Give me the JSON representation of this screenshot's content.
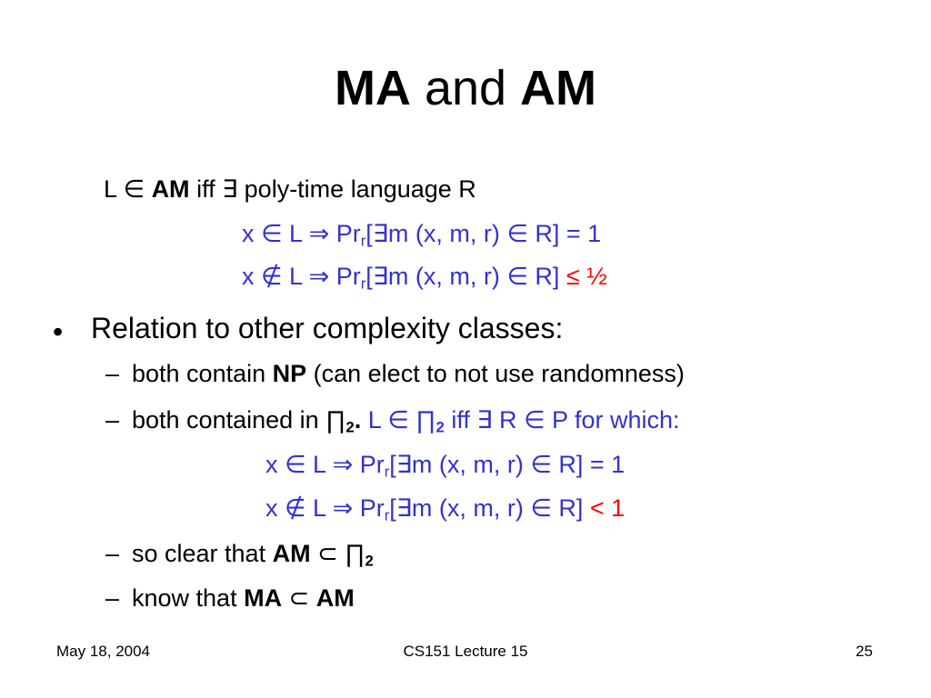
{
  "slide": {
    "title": {
      "part1": "MA",
      "part2": " and ",
      "part3": "AM"
    },
    "def": {
      "lead": {
        "a": "L ",
        "sym": "∈",
        "sp": " ",
        "am": "AM",
        "b": " iff ",
        "exists": "∃",
        "c": " poly-time language R"
      },
      "cond1": {
        "a": "x ",
        "in": "∈",
        "b": " L ",
        "imp": "⇒",
        "c": " Pr",
        "sub": "r",
        "d": "[",
        "exists": "∃",
        "e": "m (x, m, r) ",
        "in2": "∈",
        "f": " R] = 1"
      },
      "cond2": {
        "a": "x ",
        "notin": "∉",
        "b": " L ",
        "imp": "⇒",
        "c": " Pr",
        "sub": "r",
        "d": "[",
        "exists": "∃",
        "e": "m (x, m, r) ",
        "in2": "∈",
        "f": " R] ",
        "red": "≤ ½"
      }
    },
    "bullet": {
      "mark": "•",
      "text": "Relation to other complexity classes:"
    },
    "sub_items": {
      "dash": "–",
      "item1": {
        "a": "both contain ",
        "np": "NP",
        "b": " (can elect to not use randomness)"
      },
      "item2": {
        "a": "both contained in ",
        "pi": "∏",
        "two": "2",
        "dot": ". ",
        "blue_a": "L ",
        "in": "∈",
        "sp": " ",
        "pi2": "∏",
        "two2": "2",
        "blue_b": " iff ",
        "exists": "∃",
        "blue_c": " R ",
        "in2": "∈",
        "blue_d": " P for which:"
      },
      "cond3": {
        "a": "x ",
        "in": "∈",
        "b": " L ",
        "imp": "⇒",
        "c": " Pr",
        "sub": "r",
        "d": "[",
        "exists": "∃",
        "e": "m (x, m, r) ",
        "in2": "∈",
        "f": " R] = 1"
      },
      "cond4": {
        "a": "x ",
        "notin": "∉",
        "b": " L ",
        "imp": "⇒",
        "c": " Pr",
        "sub": "r",
        "d": "[",
        "exists": "∃",
        "e": "m (x, m, r) ",
        "in2": "∈",
        "f": " R] ",
        "red": "< 1"
      },
      "item3": {
        "a": "so clear that ",
        "am": "AM",
        "sp": " ",
        "subset": "⊂",
        "sp2": " ",
        "pi": "∏",
        "two": "2"
      },
      "item4": {
        "a": "know that ",
        "ma": "MA",
        "sp": " ",
        "subset": "⊂",
        "sp2": " ",
        "am": "AM"
      }
    },
    "footer": {
      "date": "May 18, 2004",
      "course": "CS151 Lecture 15",
      "page": "25"
    },
    "colors": {
      "text": "#000000",
      "accent_blue": "#3333cc",
      "accent_red": "#ff0000",
      "background": "#ffffff"
    }
  }
}
